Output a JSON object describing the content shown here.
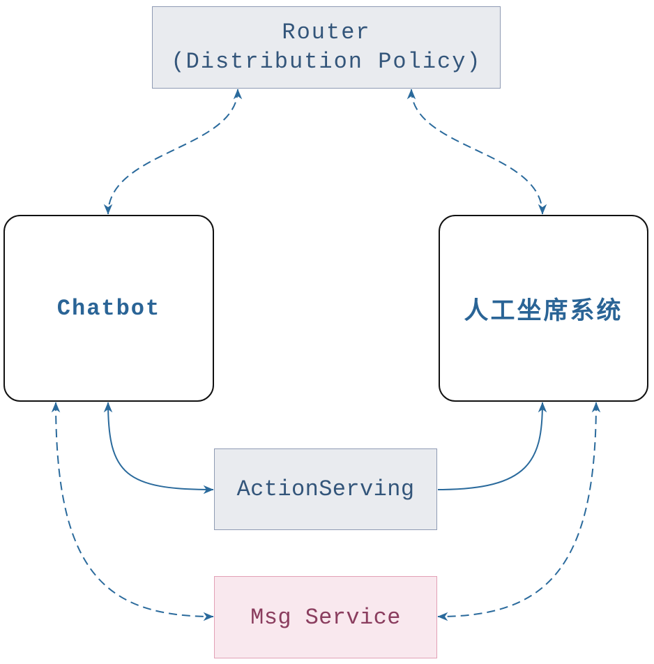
{
  "nodes": {
    "router": {
      "line1": "Router",
      "line2": "(Distribution Policy)"
    },
    "chatbot": {
      "label": "Chatbot"
    },
    "agent_system": {
      "label": "人工坐席系统"
    },
    "action_serving": {
      "label": "ActionServing"
    },
    "msg_service": {
      "label": "Msg Service"
    }
  },
  "colors": {
    "edge": "#2a6a9c",
    "node-text": "#33557a",
    "accent-text": "#2a6496",
    "msg-text": "#8a3d5e",
    "gray-fill": "#e9ebef",
    "gray-border": "#8e9ab3",
    "pink-fill": "#f9e8ee",
    "pink-border": "#e2a0b5"
  }
}
